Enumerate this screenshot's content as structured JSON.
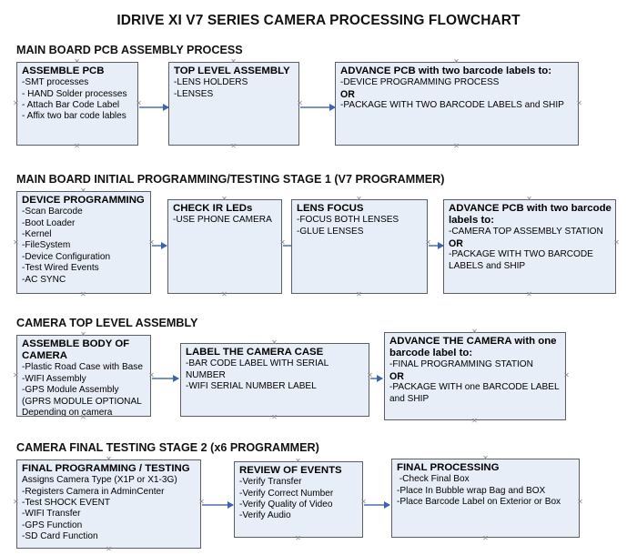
{
  "document": {
    "title": "IDRIVE XI V7 SERIES CAMERA PROCESSING FLOWCHART"
  },
  "sections": [
    {
      "id": "main-board-pcb-assembly-process",
      "header": "MAIN BOARD PCB ASSEMBLY PROCESS",
      "boxes": [
        {
          "id": "assemble-pcb",
          "title": "ASSEMBLE PCB",
          "lines": [
            {
              "text": "-SMT processes",
              "bold": false
            },
            {
              "text": "- HAND Solder processes",
              "bold": false
            },
            {
              "text": "- Attach Bar Code Label",
              "bold": false
            },
            {
              "text": "- Affix two bar code lables",
              "bold": false
            }
          ]
        },
        {
          "id": "top-level-assembly",
          "title": "TOP LEVEL ASSEMBLY",
          "lines": [
            {
              "text": "-LENS HOLDERS",
              "bold": false
            },
            {
              "text": "-LENSES",
              "bold": false
            }
          ]
        },
        {
          "id": "advance-pcb-two-barcode-labels",
          "title": "ADVANCE PCB with two barcode labels to:",
          "lines": [
            {
              "text": "-DEVICE PROGRAMMING PROCESS",
              "bold": false
            },
            {
              "text": "OR",
              "bold": true
            },
            {
              "text": "-PACKAGE WITH TWO BARCODE LABELS and SHIP",
              "bold": false
            }
          ]
        }
      ]
    },
    {
      "id": "main-board-initial-programming-testing-stage-1",
      "header": "MAIN BOARD INITIAL PROGRAMMING/TESTING STAGE 1 (V7 PROGRAMMER)",
      "boxes": [
        {
          "id": "device-programming",
          "title": "DEVICE PROGRAMMING",
          "lines": [
            {
              "text": "-Scan Barcode",
              "bold": false
            },
            {
              "text": "-Boot Loader",
              "bold": false
            },
            {
              "text": "-Kernel",
              "bold": false
            },
            {
              "text": "-FileSystem",
              "bold": false
            },
            {
              "text": "-Device Configuration",
              "bold": false
            },
            {
              "text": "-Test Wired Events",
              "bold": false
            },
            {
              "text": "-AC SYNC",
              "bold": false
            }
          ]
        },
        {
          "id": "check-ir-leds",
          "title": "CHECK IR LEDs",
          "lines": [
            {
              "text": "-USE PHONE CAMERA",
              "bold": false
            }
          ]
        },
        {
          "id": "lens-focus",
          "title": "LENS FOCUS",
          "lines": [
            {
              "text": "-FOCUS BOTH LENSES",
              "bold": false
            },
            {
              "text": "-GLUE LENSES",
              "bold": false
            }
          ]
        },
        {
          "id": "advance-pcb-to-camera-top-assembly",
          "title": "ADVANCE PCB with two barcode labels to:",
          "lines": [
            {
              "text": "-CAMERA TOP ASSEMBLY STATION",
              "bold": false
            },
            {
              "text": "OR",
              "bold": true
            },
            {
              "text": "-PACKAGE WITH TWO BARCODE LABELS and SHIP",
              "bold": false
            }
          ]
        }
      ]
    },
    {
      "id": "camera-top-level-assembly",
      "header": "CAMERA TOP LEVEL ASSEMBLY",
      "boxes": [
        {
          "id": "assemble-body-of-camera",
          "title": "ASSEMBLE BODY OF CAMERA",
          "lines": [
            {
              "text": "-Plastic Road Case with Base",
              "bold": false
            },
            {
              "text": "-WIFI Assembly",
              "bold": false
            },
            {
              "text": "-GPS Module Assembly",
              "bold": false
            },
            {
              "text": "(GPRS MODULE OPTIONAL",
              "bold": false
            },
            {
              "text": "Depending on camera version)",
              "bold": false
            }
          ]
        },
        {
          "id": "label-the-camera-case",
          "title": "LABEL THE CAMERA CASE",
          "lines": [
            {
              "text": "-BAR CODE LABEL WITH SERIAL NUMBER",
              "bold": false
            },
            {
              "text": "-WIFI SERIAL NUMBER LABEL",
              "bold": false
            }
          ]
        },
        {
          "id": "advance-the-camera-one-barcode-label",
          "title": "ADVANCE THE CAMERA with one barcode label to:",
          "lines": [
            {
              "text": "-FINAL PROGRAMMING STATION",
              "bold": false
            },
            {
              "text": "OR",
              "bold": true
            },
            {
              "text": "-PACKAGE WITH one BARCODE LABEL and SHIP",
              "bold": false
            }
          ]
        }
      ]
    },
    {
      "id": "camera-final-testing-stage-2",
      "header": "CAMERA FINAL TESTING STAGE 2 (x6 PROGRAMMER)",
      "boxes": [
        {
          "id": "final-programming-testing",
          "title": "FINAL PROGRAMMING / TESTING",
          "lines": [
            {
              "text": "Assigns Camera Type (X1P or X1-3G)",
              "bold": false
            },
            {
              "text": "-Registers Camera in AdminCenter",
              "bold": false
            },
            {
              "text": "-Test SHOCK EVENT",
              "bold": false
            },
            {
              "text": "-WIFI Transfer",
              "bold": false
            },
            {
              "text": "-GPS Function",
              "bold": false
            },
            {
              "text": "-SD Card Function",
              "bold": false
            }
          ]
        },
        {
          "id": "review-of-events",
          "title": "REVIEW OF EVENTS",
          "lines": [
            {
              "text": "-Verify Transfer",
              "bold": false
            },
            {
              "text": "-Verify Correct Number",
              "bold": false
            },
            {
              "text": "-Verify Quality of Video",
              "bold": false
            },
            {
              "text": "-Verify Audio",
              "bold": false
            }
          ]
        },
        {
          "id": "final-processing",
          "title": "FINAL PROCESSING",
          "lines": [
            {
              "text": " -Check Final Box",
              "bold": false
            },
            {
              "text": "-Place In Bubble wrap Bag and BOX",
              "bold": false
            },
            {
              "text": "-Place Barcode Label on Exterior or Box",
              "bold": false
            }
          ]
        }
      ]
    }
  ],
  "colors": {
    "box_fill": "#e8eef7",
    "box_border": "#5a5f66",
    "connector": "#7a93c4",
    "arrow_head": "#3d63b5",
    "text": "#000000",
    "background": "#ffffff"
  }
}
